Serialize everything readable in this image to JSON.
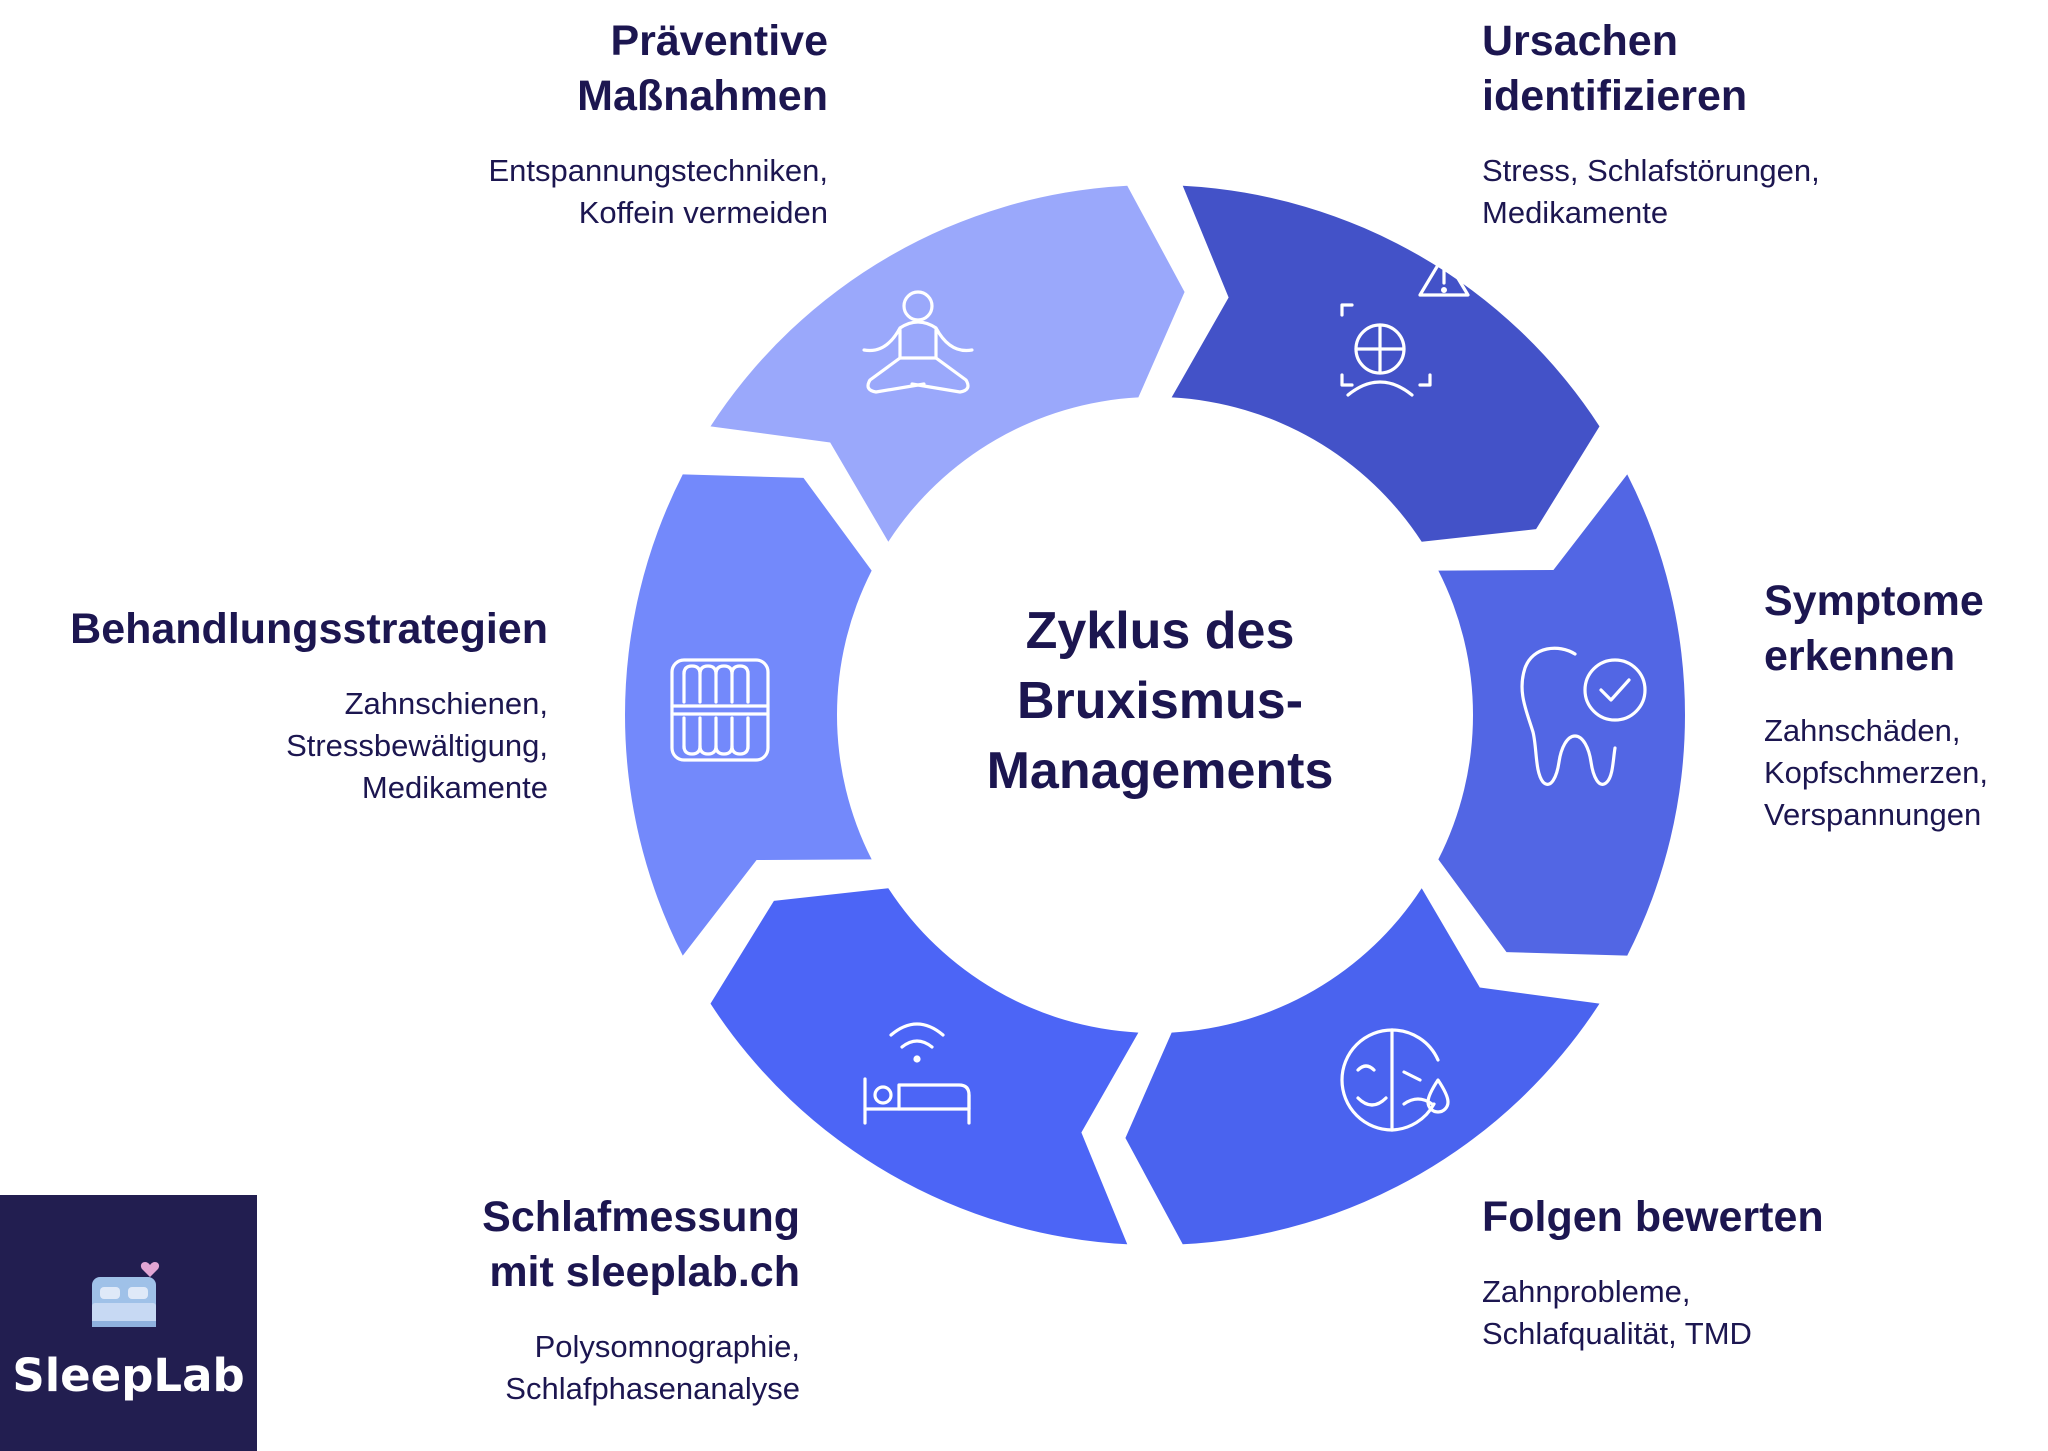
{
  "center_title": "Zyklus des\nBruxismus-\nManagements",
  "colors": {
    "text": "#1c1650",
    "segment_cause": "#4352c8",
    "segment_symptoms": "#5266e4",
    "segment_consequences": "#4a63ef",
    "segment_measurement": "#4c65f6",
    "segment_treatment": "#7389fb",
    "segment_prevention": "#9aa8fb",
    "logo_background": "#221e50"
  },
  "stages": [
    {
      "id": "ursachen",
      "title": "Ursachen\nidentifizieren",
      "description": "Stress, Schlafstörungen,\nMedikamente",
      "icon": "face-scan-warning-icon"
    },
    {
      "id": "symptome",
      "title": "Symptome\nerkennen",
      "description": "Zahnschäden,\nKopfschmerzen,\nVerspannungen",
      "icon": "tooth-check-icon"
    },
    {
      "id": "folgen",
      "title": "Folgen bewerten",
      "description": "Zahnprobleme,\nSchlafqualität, TMD",
      "icon": "sad-face-tear-icon"
    },
    {
      "id": "schlafmessung",
      "title": "Schlafmessung\nmit sleeplab.ch",
      "description": "Polysomnographie,\nSchlafphasenanalyse",
      "icon": "bed-wifi-icon"
    },
    {
      "id": "behandlung",
      "title": "Behandlungsstrategien",
      "description": "Zahnschienen,\nStressbewältigung,\nMedikamente",
      "icon": "teeth-splint-icon"
    },
    {
      "id": "praevention",
      "title": "Präventive\nMaßnahmen",
      "description": "Entspannungstechniken,\nKoffein vermeiden",
      "icon": "meditation-icon"
    }
  ],
  "logo": {
    "text": "SleepLab",
    "icon": "bed-heart-icon"
  }
}
